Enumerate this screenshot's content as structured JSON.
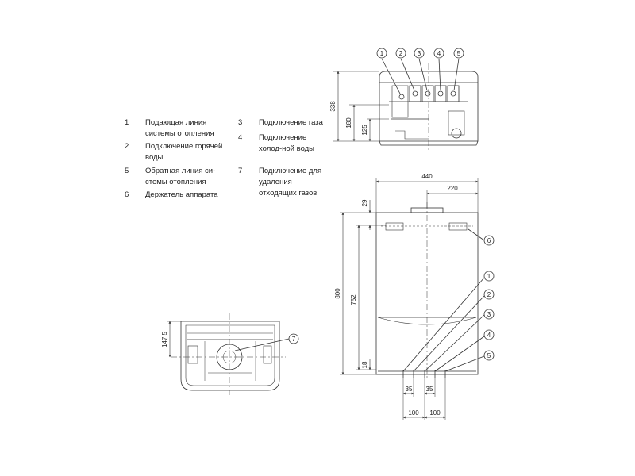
{
  "legend": {
    "items": [
      {
        "num": "1",
        "text": "Подающая линия системы отопления"
      },
      {
        "num": "2",
        "text": "Подключение горячей воды"
      },
      {
        "num": "5",
        "text": "Обратная линия си-стемы отопления"
      },
      {
        "num": "6",
        "text": "Держатель аппарата"
      },
      {
        "num": "3",
        "text": "Подключение газа"
      },
      {
        "num": "4",
        "text": "Подключение холод-ной воды"
      },
      {
        "num": "7",
        "text": "Подключение для удаления отходящих газов"
      }
    ]
  },
  "callouts": {
    "top": [
      "1",
      "2",
      "3",
      "4",
      "5"
    ],
    "front": [
      "6",
      "1",
      "2",
      "3",
      "4",
      "5"
    ],
    "bottom": [
      "7"
    ]
  },
  "dimensions": {
    "top_view": {
      "depth": "338",
      "h180": "180",
      "h125": "125"
    },
    "front_view": {
      "width": "440",
      "half_width": "220",
      "top_offset": "29",
      "height": "800",
      "mount_height": "752",
      "bottom_offset": "18",
      "pipe_spacing_small_left": "35",
      "pipe_spacing_small_right": "35",
      "pipe_spacing_large_left": "100",
      "pipe_spacing_large_right": "100"
    },
    "bottom_view": {
      "offset": "147,5"
    }
  }
}
